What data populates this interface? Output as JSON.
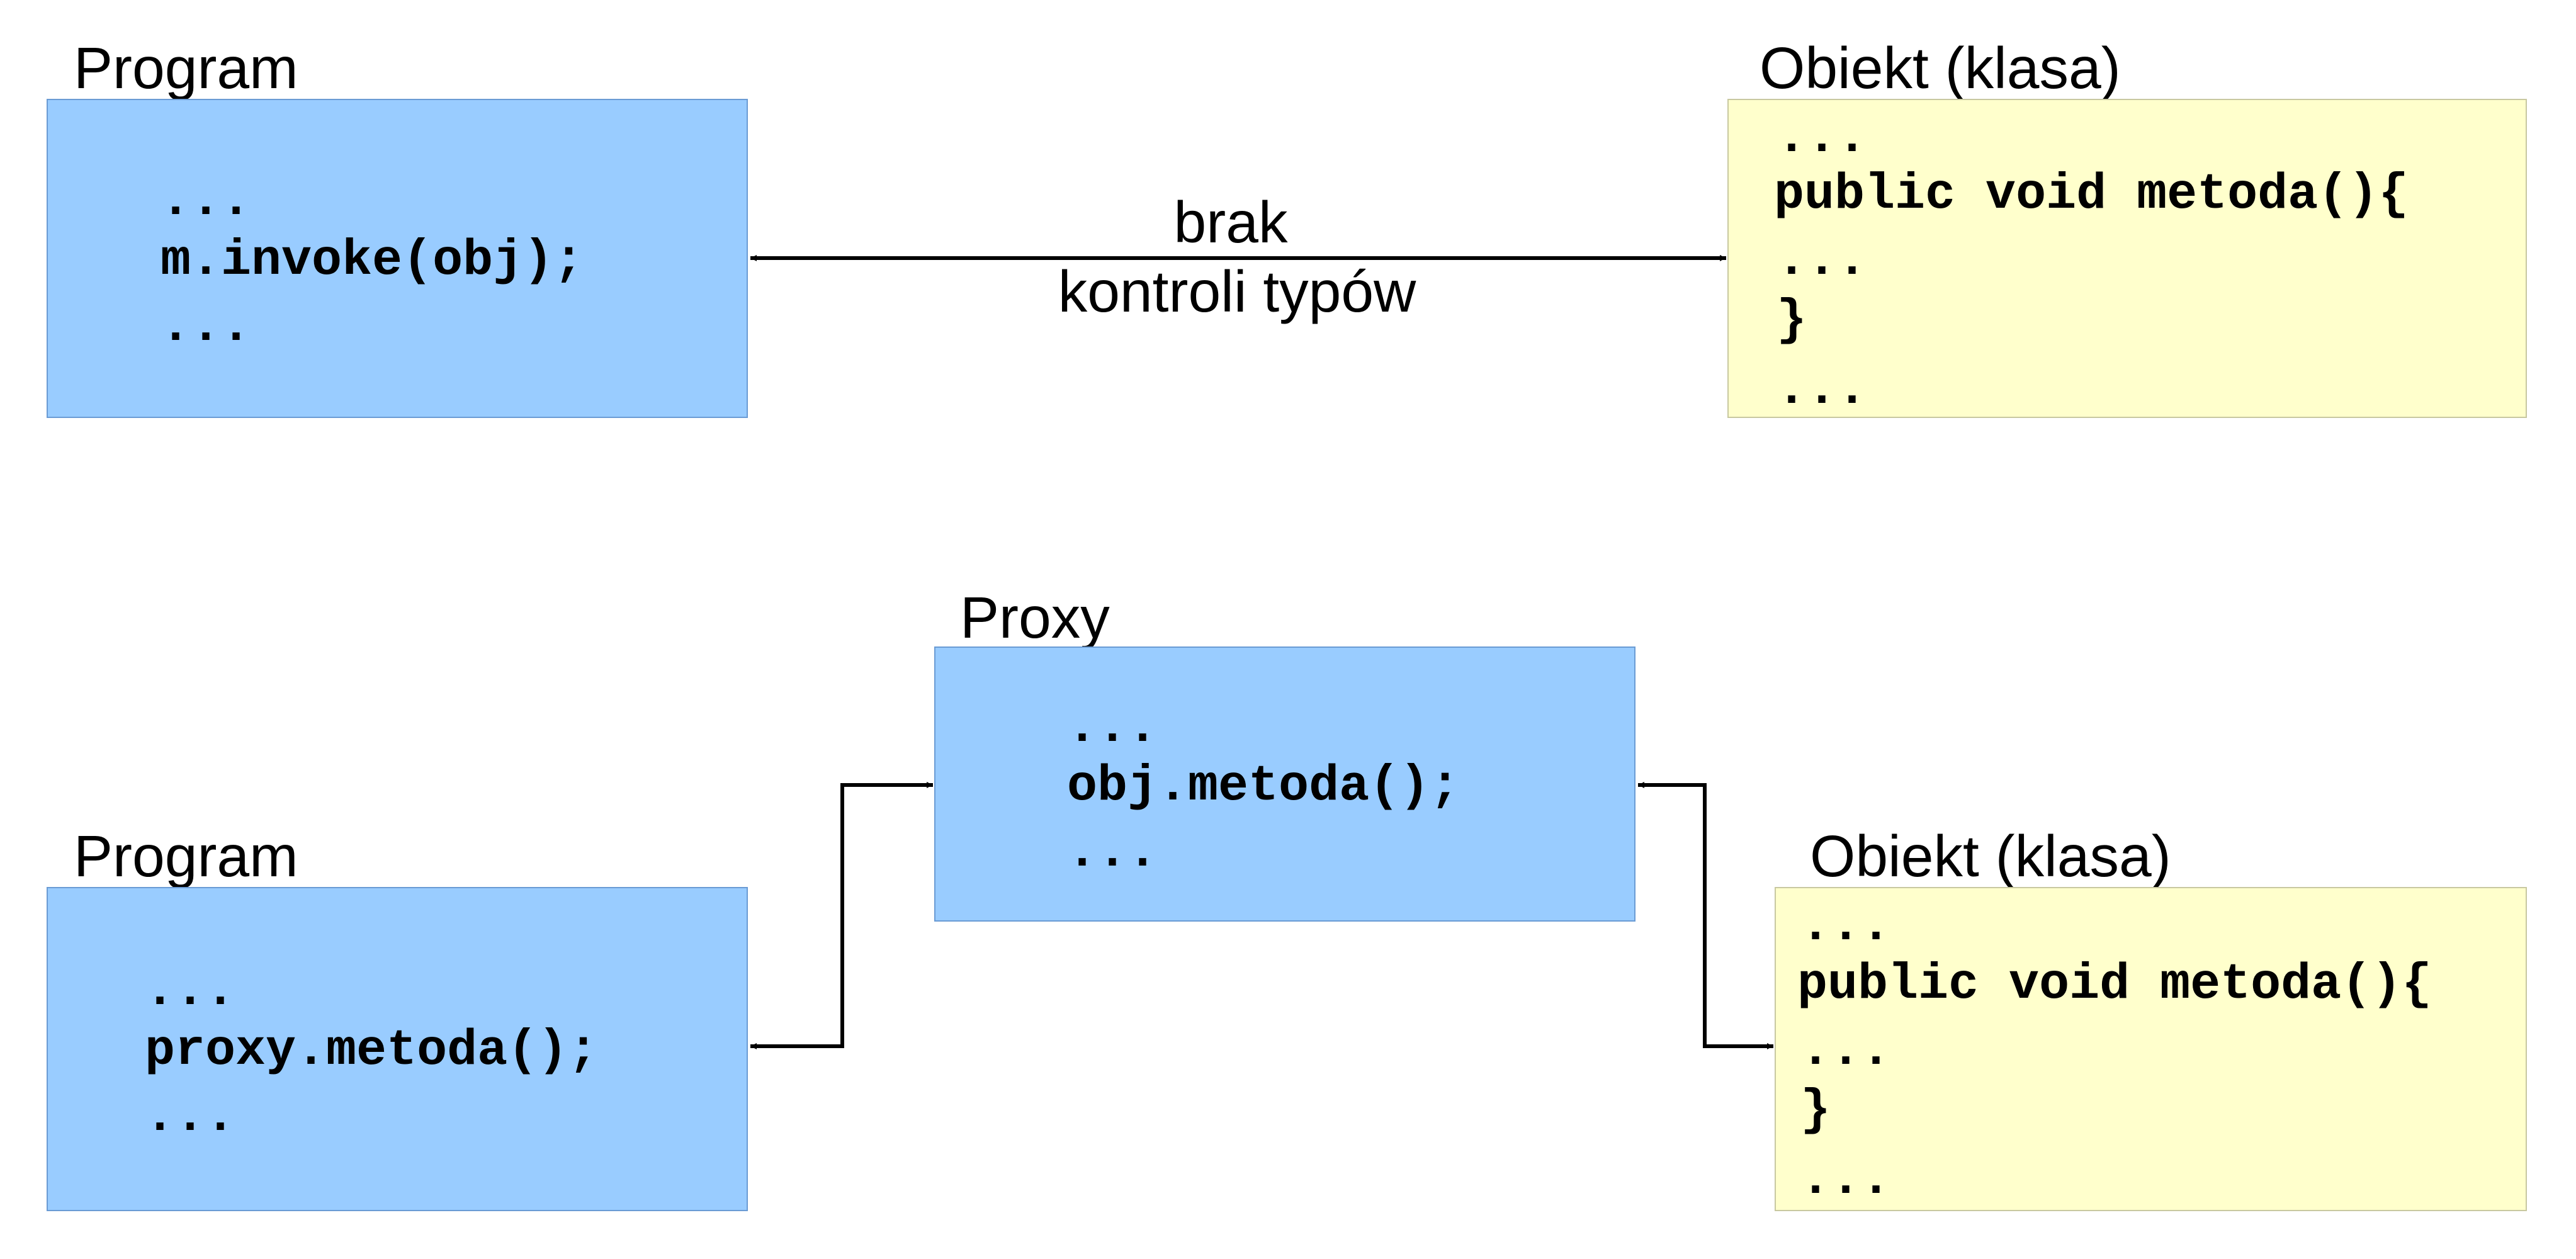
{
  "colors": {
    "box_blue": "#99ccff",
    "box_yellow": "#ffffcc",
    "stroke": "#000000"
  },
  "top": {
    "program": {
      "label": "Program",
      "lines": [
        "...",
        "m.invoke(obj);",
        "..."
      ]
    },
    "object": {
      "label": "Obiekt (klasa)",
      "lines": [
        "...",
        "public void metoda(){",
        "...",
        "}",
        "..."
      ]
    },
    "connector": {
      "line1": "brak",
      "line2": "kontroli typów"
    }
  },
  "bottom": {
    "program": {
      "label": "Program",
      "lines": [
        "...",
        "proxy.metoda();",
        "..."
      ]
    },
    "proxy": {
      "label": "Proxy",
      "lines": [
        "...",
        "obj.metoda();",
        "..."
      ]
    },
    "object": {
      "label": "Obiekt (klasa)",
      "lines": [
        "...",
        "public void metoda(){",
        "...",
        "}",
        "..."
      ]
    }
  }
}
